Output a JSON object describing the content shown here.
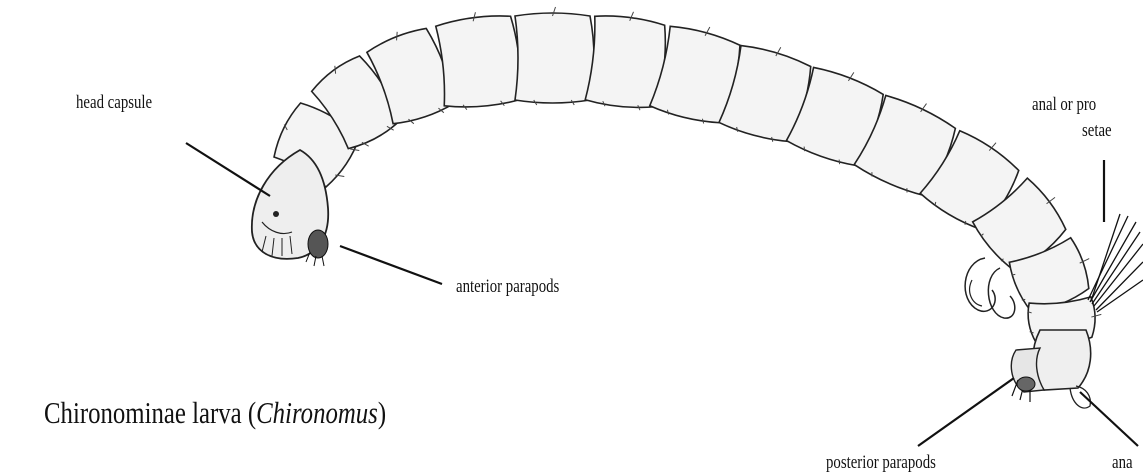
{
  "labels": {
    "head_capsule": "head capsule",
    "anterior_parapods": "anterior parapods",
    "anal_setae_line1": "anal or pro",
    "anal_setae_line2": "setae",
    "posterior_parapods": "posterior parapods",
    "anal_partial": "ana"
  },
  "caption": {
    "prefix": "Chironominae larva (",
    "genus": "Chironomus",
    "suffix": ")"
  }
}
